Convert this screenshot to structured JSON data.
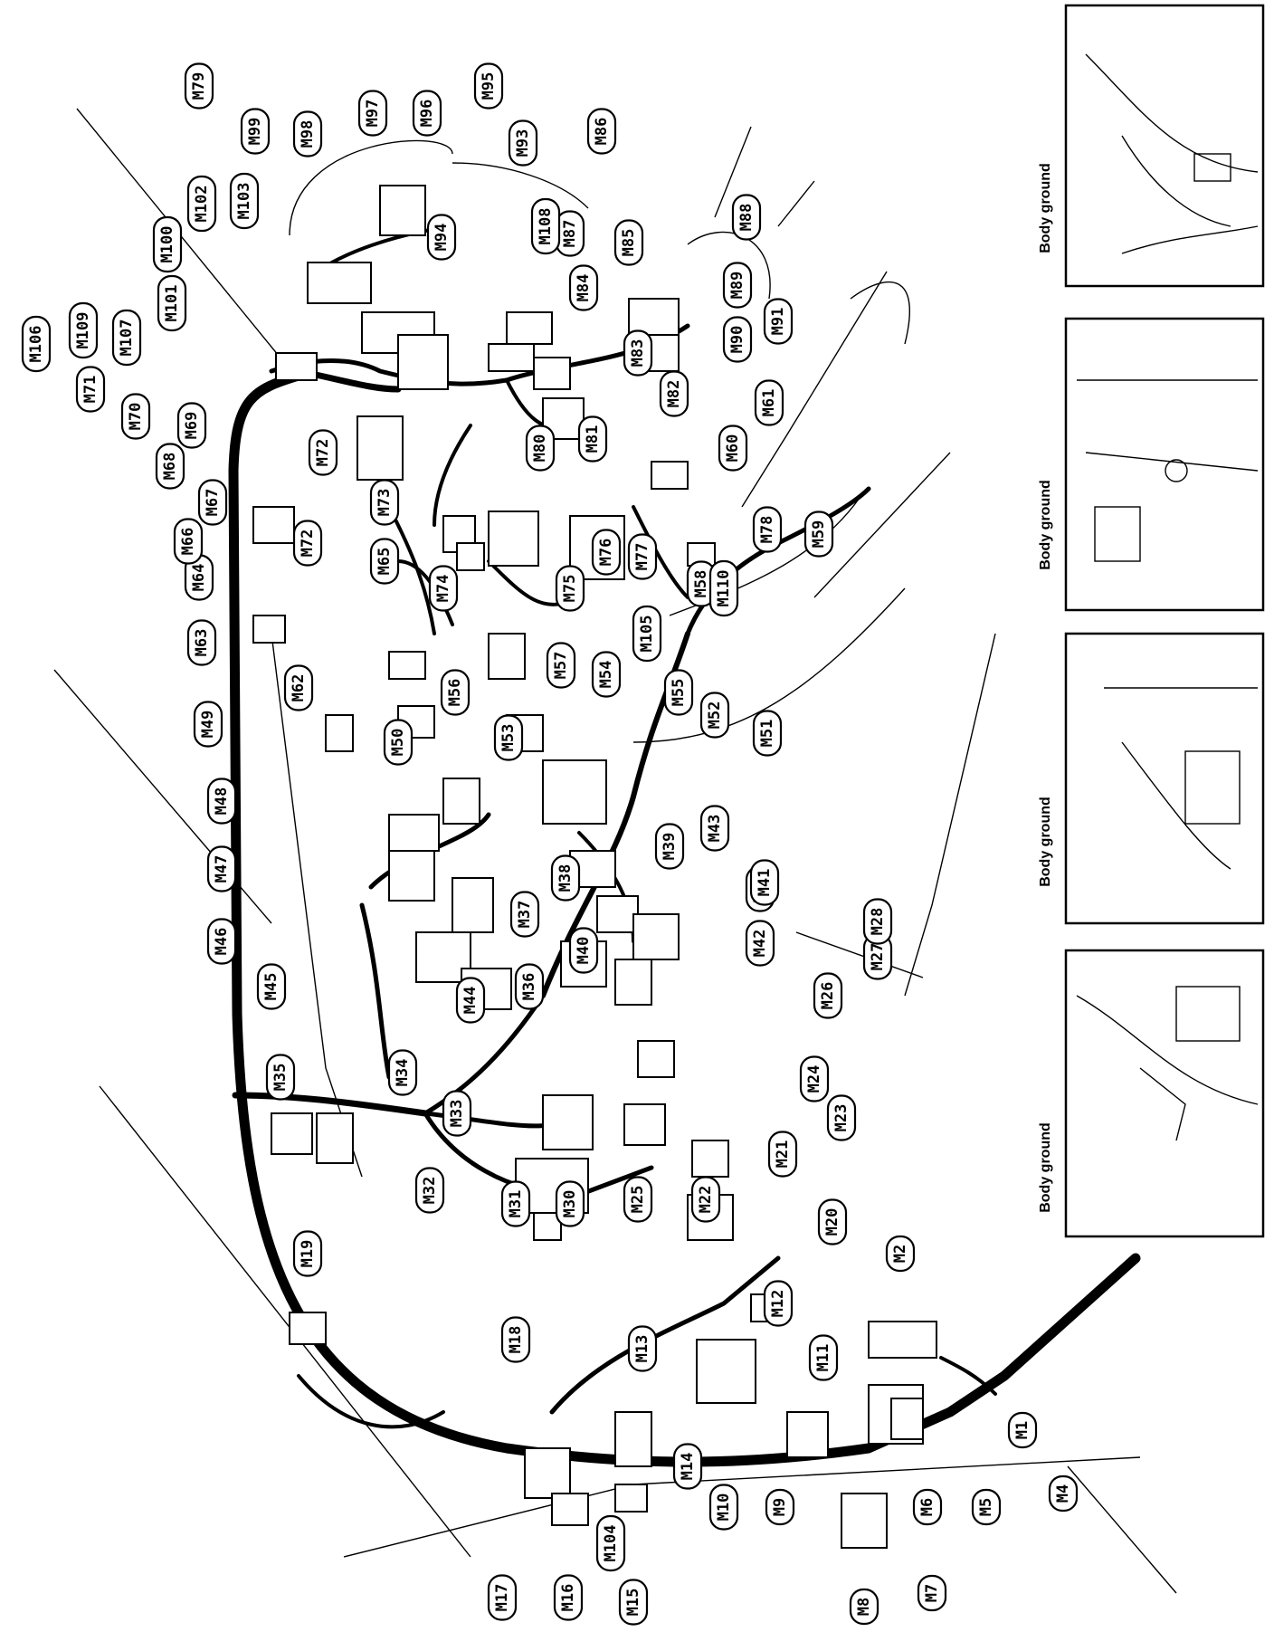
{
  "labels": [
    {
      "id": "M1",
      "text": "M1"
    },
    {
      "id": "M2",
      "text": "M2"
    },
    {
      "id": "M4",
      "text": "M4"
    },
    {
      "id": "M5",
      "text": "M5"
    },
    {
      "id": "M6",
      "text": "M6"
    },
    {
      "id": "M7",
      "text": "M7"
    },
    {
      "id": "M8",
      "text": "M8"
    },
    {
      "id": "M9",
      "text": "M9"
    },
    {
      "id": "M10",
      "text": "M10"
    },
    {
      "id": "M11",
      "text": "M11"
    },
    {
      "id": "M12",
      "text": "M12"
    },
    {
      "id": "M13",
      "text": "M13"
    },
    {
      "id": "M14",
      "text": "M14"
    },
    {
      "id": "M15",
      "text": "M15"
    },
    {
      "id": "M16",
      "text": "M16"
    },
    {
      "id": "M17",
      "text": "M17"
    },
    {
      "id": "M18",
      "text": "M18"
    },
    {
      "id": "M19",
      "text": "M19"
    },
    {
      "id": "M20",
      "text": "M20"
    },
    {
      "id": "M21",
      "text": "M21"
    },
    {
      "id": "M22",
      "text": "M22"
    },
    {
      "id": "M23",
      "text": "M23"
    },
    {
      "id": "M24",
      "text": "M24"
    },
    {
      "id": "M25",
      "text": "M25"
    },
    {
      "id": "M26",
      "text": "M26"
    },
    {
      "id": "M27",
      "text": "M27"
    },
    {
      "id": "M28",
      "text": "M28"
    },
    {
      "id": "M29",
      "text": "M29"
    },
    {
      "id": "M30",
      "text": "M30"
    },
    {
      "id": "M31",
      "text": "M31"
    },
    {
      "id": "M32",
      "text": "M32"
    },
    {
      "id": "M33",
      "text": "M33"
    },
    {
      "id": "M34",
      "text": "M34"
    },
    {
      "id": "M35",
      "text": "M35"
    },
    {
      "id": "M36",
      "text": "M36"
    },
    {
      "id": "M37",
      "text": "M37"
    },
    {
      "id": "M38",
      "text": "M38"
    },
    {
      "id": "M39",
      "text": "M39"
    },
    {
      "id": "M40",
      "text": "M40"
    },
    {
      "id": "M41",
      "text": "M41"
    },
    {
      "id": "M42",
      "text": "M42"
    },
    {
      "id": "M43",
      "text": "M43"
    },
    {
      "id": "M44",
      "text": "M44"
    },
    {
      "id": "M45",
      "text": "M45"
    },
    {
      "id": "M46",
      "text": "M46"
    },
    {
      "id": "M47",
      "text": "M47"
    },
    {
      "id": "M48",
      "text": "M48"
    },
    {
      "id": "M49",
      "text": "M49"
    },
    {
      "id": "M50",
      "text": "M50"
    },
    {
      "id": "M51",
      "text": "M51"
    },
    {
      "id": "M52",
      "text": "M52"
    },
    {
      "id": "M53",
      "text": "M53"
    },
    {
      "id": "M54",
      "text": "M54"
    },
    {
      "id": "M55",
      "text": "M55"
    },
    {
      "id": "M56",
      "text": "M56"
    },
    {
      "id": "M57",
      "text": "M57"
    },
    {
      "id": "M58",
      "text": "M58"
    },
    {
      "id": "M59",
      "text": "M59"
    },
    {
      "id": "M60",
      "text": "M60"
    },
    {
      "id": "M61",
      "text": "M61"
    },
    {
      "id": "M62",
      "text": "M62"
    },
    {
      "id": "M63",
      "text": "M63"
    },
    {
      "id": "M64",
      "text": "M64"
    },
    {
      "id": "M65",
      "text": "M65"
    },
    {
      "id": "M66",
      "text": "M66"
    },
    {
      "id": "M67",
      "text": "M67"
    },
    {
      "id": "M68",
      "text": "M68"
    },
    {
      "id": "M69",
      "text": "M69"
    },
    {
      "id": "M70",
      "text": "M70"
    },
    {
      "id": "M71",
      "text": "M71"
    },
    {
      "id": "M72",
      "text": "M72"
    },
    {
      "id": "M72b",
      "text": "M72"
    },
    {
      "id": "M73",
      "text": "M73"
    },
    {
      "id": "M74",
      "text": "M74"
    },
    {
      "id": "M75",
      "text": "M75"
    },
    {
      "id": "M76",
      "text": "M76"
    },
    {
      "id": "M77",
      "text": "M77"
    },
    {
      "id": "M78",
      "text": "M78"
    },
    {
      "id": "M79",
      "text": "M79"
    },
    {
      "id": "M80",
      "text": "M80"
    },
    {
      "id": "M81",
      "text": "M81"
    },
    {
      "id": "M82",
      "text": "M82"
    },
    {
      "id": "M83",
      "text": "M83"
    },
    {
      "id": "M84",
      "text": "M84"
    },
    {
      "id": "M85",
      "text": "M85"
    },
    {
      "id": "M86",
      "text": "M86"
    },
    {
      "id": "M87",
      "text": "M87"
    },
    {
      "id": "M88",
      "text": "M88"
    },
    {
      "id": "M89",
      "text": "M89"
    },
    {
      "id": "M90",
      "text": "M90"
    },
    {
      "id": "M91",
      "text": "M91"
    },
    {
      "id": "M93",
      "text": "M93"
    },
    {
      "id": "M94",
      "text": "M94"
    },
    {
      "id": "M95",
      "text": "M95"
    },
    {
      "id": "M96",
      "text": "M96"
    },
    {
      "id": "M97",
      "text": "M97"
    },
    {
      "id": "M98",
      "text": "M98"
    },
    {
      "id": "M99",
      "text": "M99"
    },
    {
      "id": "M100",
      "text": "M100"
    },
    {
      "id": "M101",
      "text": "M101"
    },
    {
      "id": "M102",
      "text": "M102"
    },
    {
      "id": "M103",
      "text": "M103"
    },
    {
      "id": "M104",
      "text": "M104"
    },
    {
      "id": "M105",
      "text": "M105"
    },
    {
      "id": "M106",
      "text": "M106"
    },
    {
      "id": "M107",
      "text": "M107"
    },
    {
      "id": "M108",
      "text": "M108"
    },
    {
      "id": "M109",
      "text": "M109"
    },
    {
      "id": "M110",
      "text": "M110"
    }
  ],
  "insets": [
    {
      "id": "inset-m102-m103",
      "caption": "Body ground",
      "labels": [
        "M102",
        "M103"
      ]
    },
    {
      "id": "inset-m109",
      "caption": "Body ground",
      "labels": [
        "M109"
      ]
    },
    {
      "id": "inset-m72",
      "caption": "Body ground",
      "labels": [
        "M72"
      ]
    },
    {
      "id": "inset-m1",
      "caption": "Body ground",
      "labels": [
        "M1"
      ]
    }
  ]
}
